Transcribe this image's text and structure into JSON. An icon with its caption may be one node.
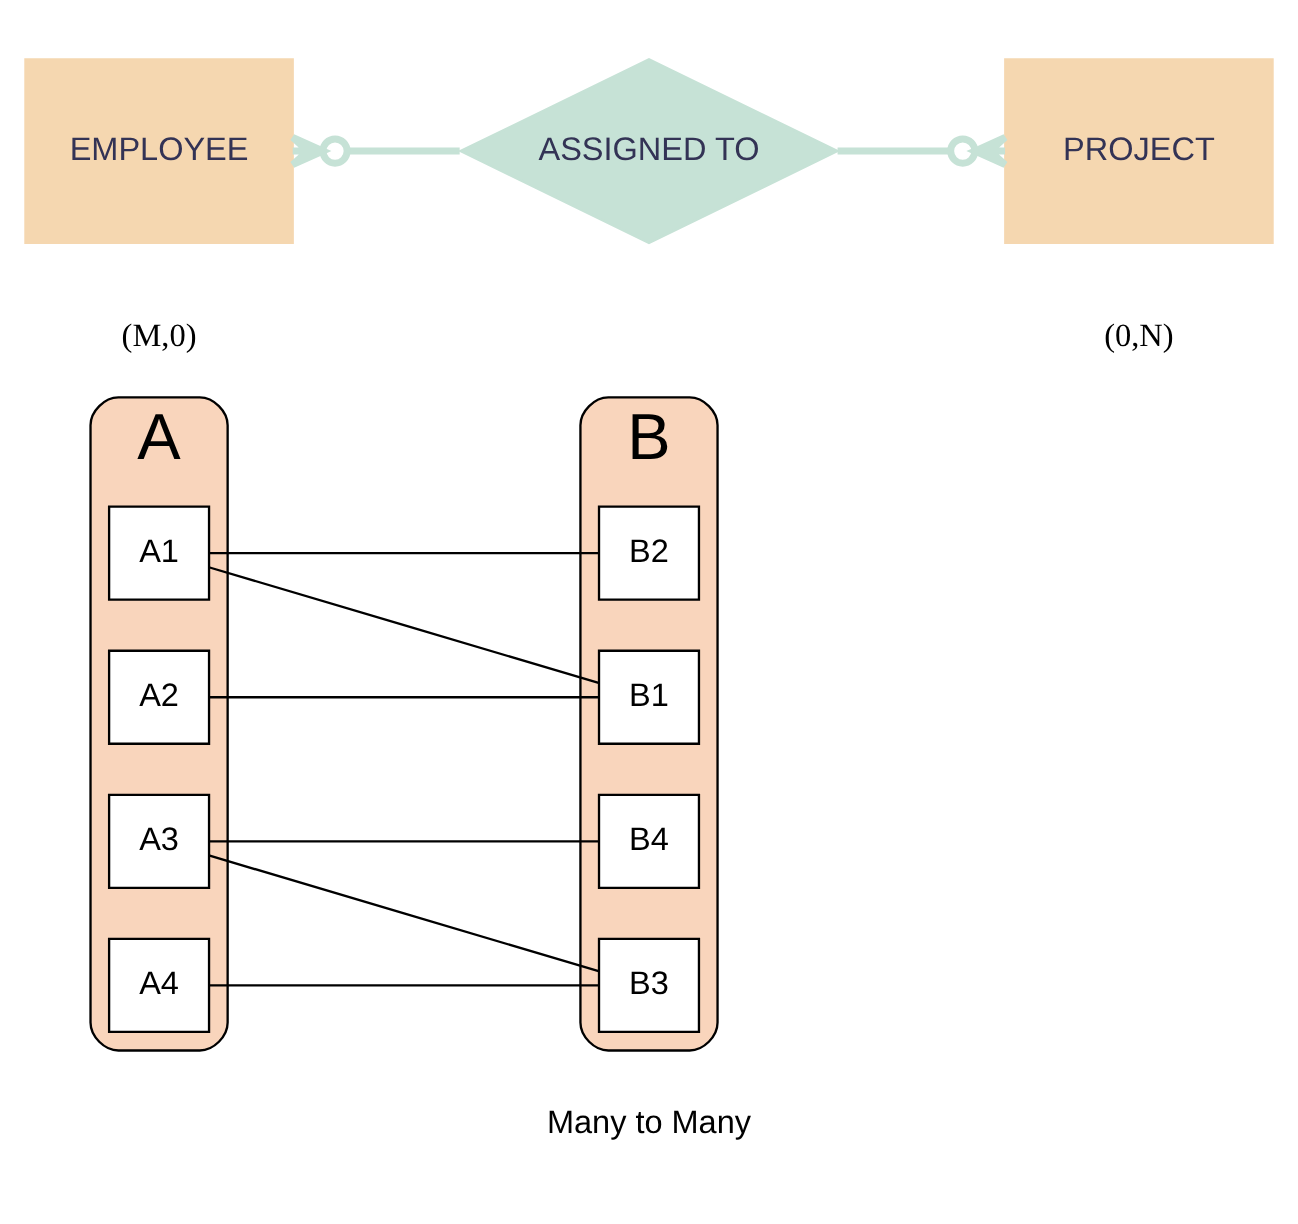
{
  "diagram": {
    "nodes": [
      {
        "text": [
          "A"
        ]
      },
      {
        "text": [
          "A1"
        ],
        "in": 0
      },
      {
        "text": [
          "A2"
        ],
        "in": 0
      },
      {
        "text": [
          "A3"
        ],
        "in": 0
      },
      {
        "text": [
          "A4"
        ],
        "in": 0
      },
      {
        "text": [
          "B"
        ]
      },
      {
        "text": [
          "B1"
        ],
        "in": 5
      },
      {
        "text": [
          "B2"
        ],
        "in": 5
      },
      {
        "text": [
          "B3"
        ],
        "in": 5
      },
      {
        "text": [
          "B4"
        ],
        "in": 5
      },
      {
        "text": [
          "EMPLOYEE"
        ]
      },
      {
        "text": [
          "ASSIGNED TO"
        ]
      },
      {
        "text": [
          "PROJECT"
        ]
      }
    ],
    "edges": [
      {
        "from": 1,
        "to": 6,
        "arrow": "none"
      },
      {
        "from": 1,
        "to": 7,
        "arrow": "none"
      },
      {
        "from": 2,
        "to": 6,
        "arrow": "none"
      },
      {
        "from": 3,
        "to": 8,
        "arrow": "none"
      },
      {
        "from": 3,
        "to": 9,
        "arrow": "none"
      },
      {
        "from": 4,
        "to": 8,
        "arrow": "none"
      },
      {
        "from": 10,
        "to": 11,
        "arrow": "other",
        "style": "thick",
        "color": "#c6e2d6"
      },
      {
        "from": 11,
        "to": 12,
        "arrow": "other",
        "style": "thick",
        "color": "#c6e2d6"
      }
    ],
    "labels": [
      "Many to Many",
      "(M,0)",
      "(0,N)"
    ]
  }
}
